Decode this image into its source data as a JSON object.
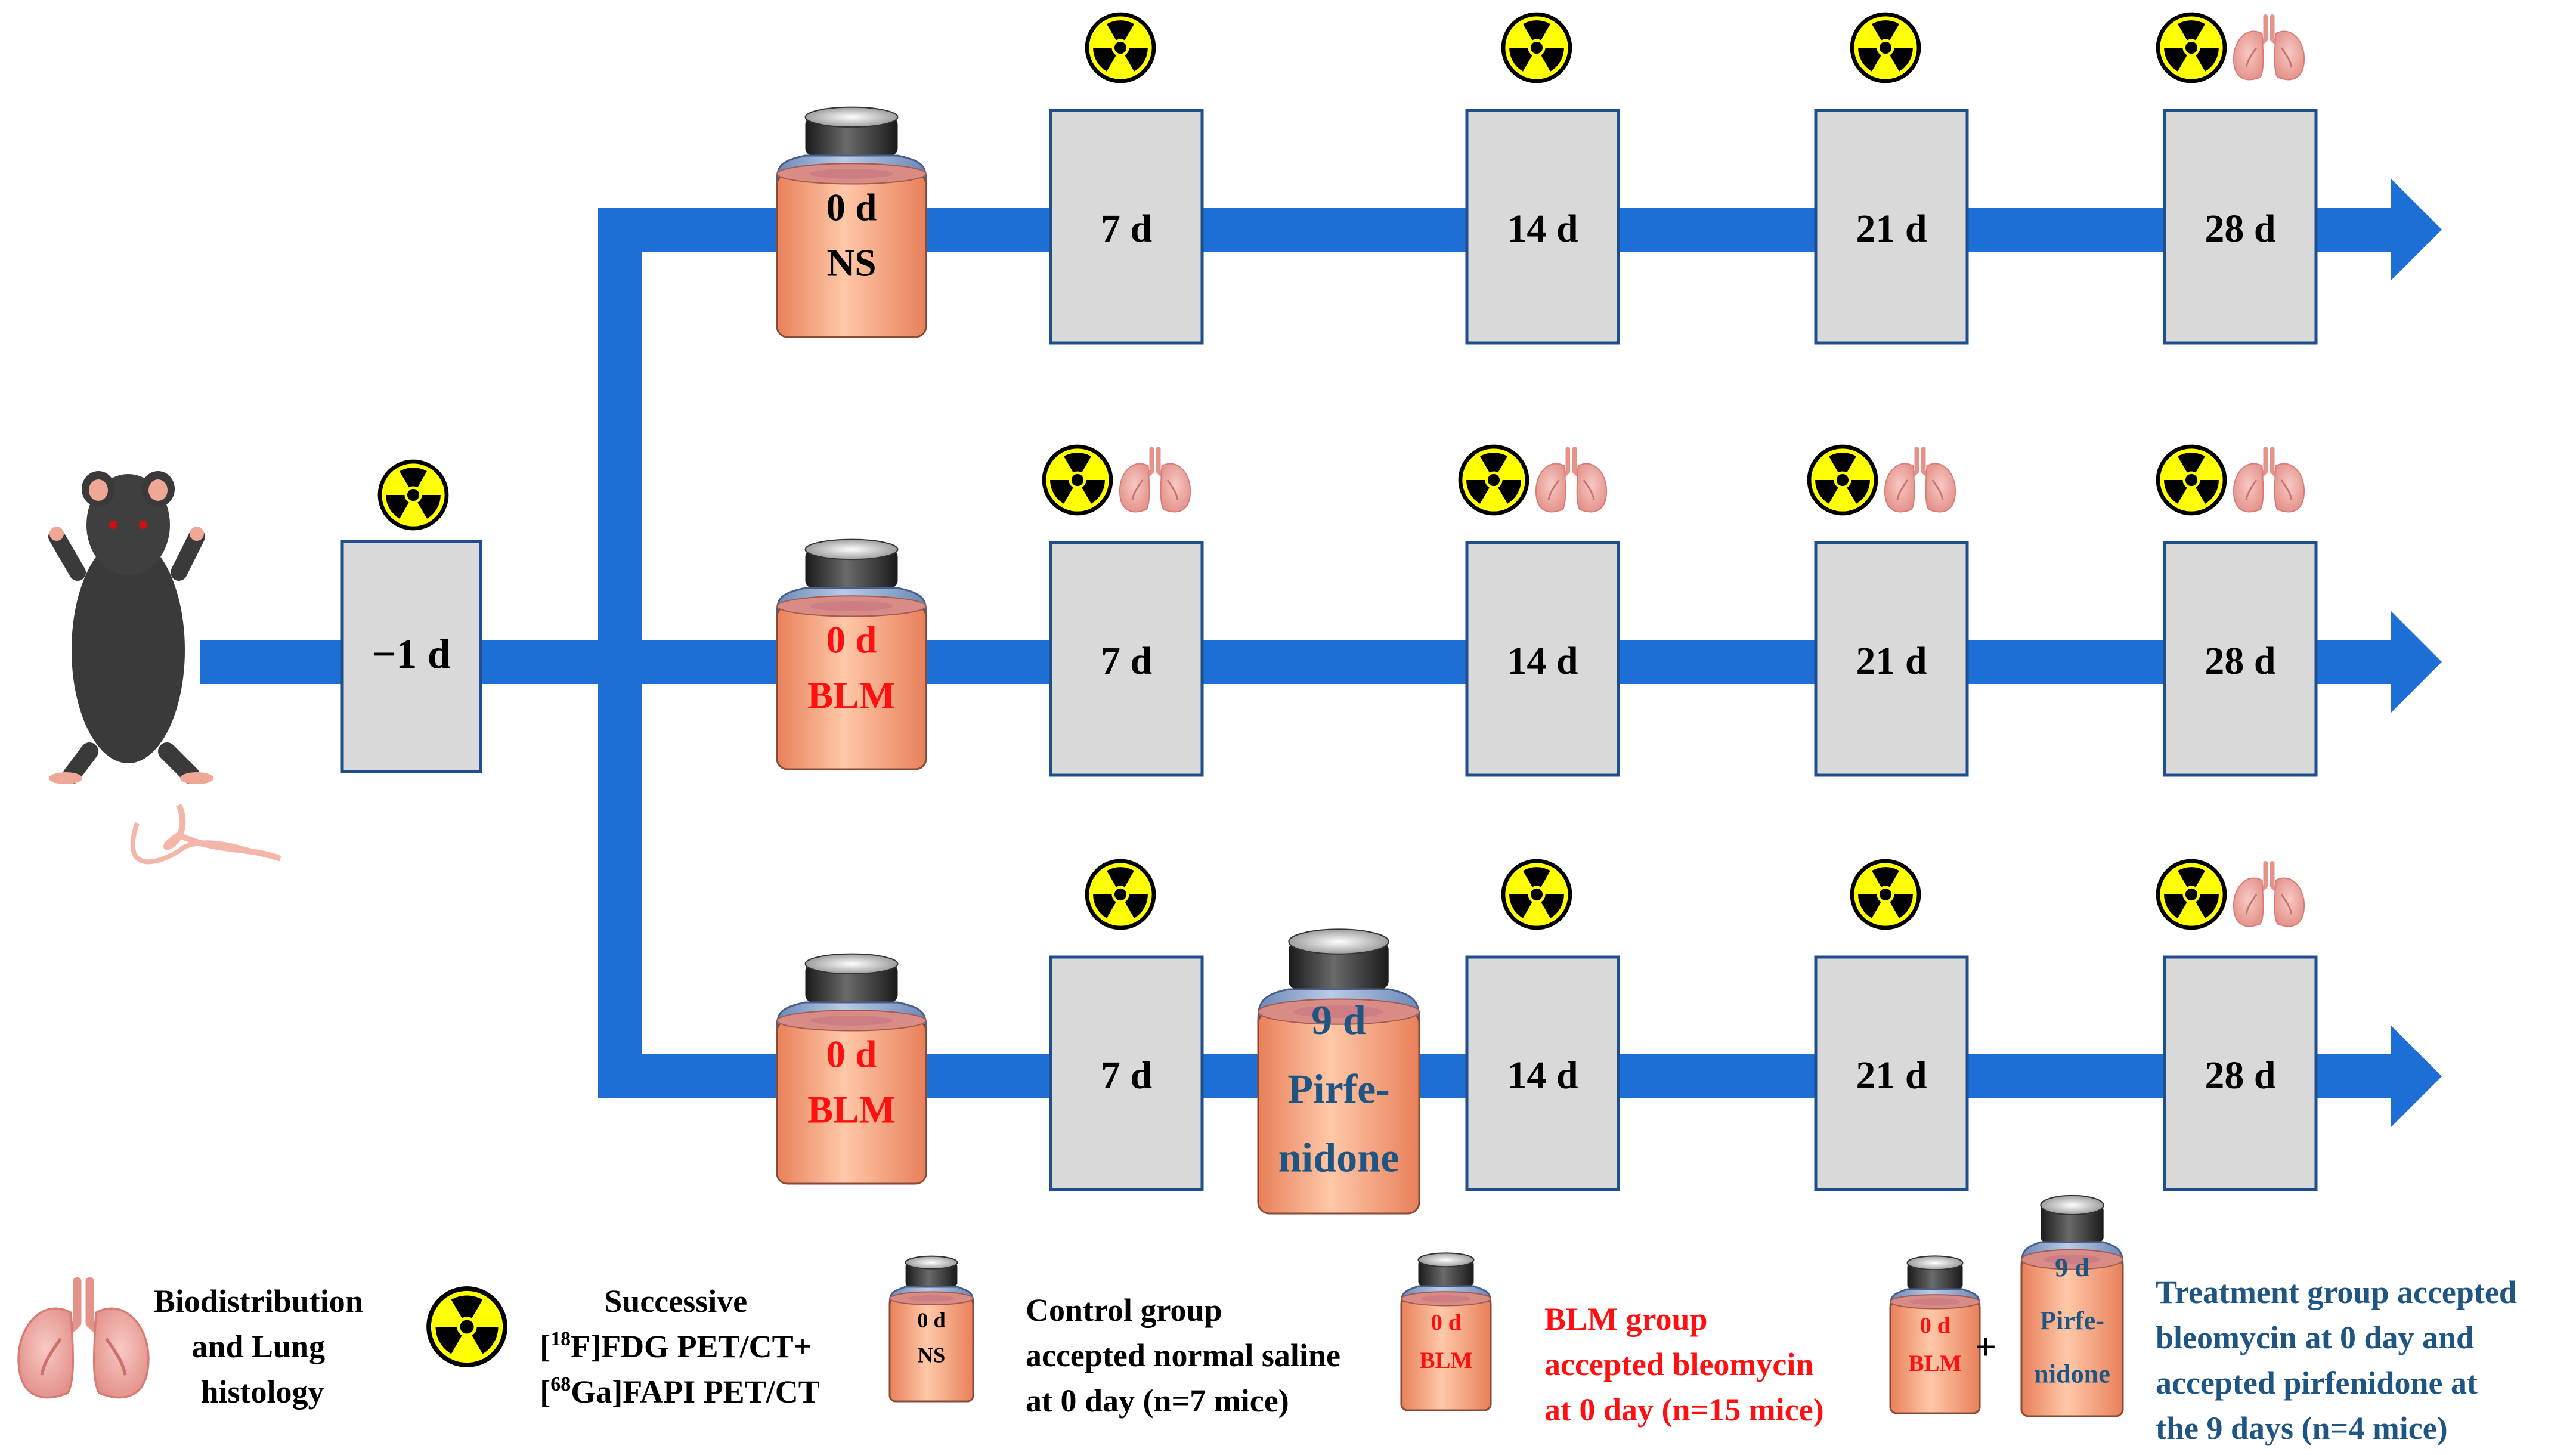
{
  "colors": {
    "arrow": "#1d6fd6",
    "box_fill": "#d9d9d9",
    "box_stroke": "#1f4e8c",
    "bottle_liquid": "#f5a37e",
    "bottle_glass": "#8eaad3",
    "blm_text": "#ff1010",
    "treatment_text": "#1f5582",
    "black_text": "#000000",
    "radiation_yellow": "#ffff00"
  },
  "baseline": {
    "label": "−1 d"
  },
  "rows": [
    {
      "bottle": {
        "line1": "0 d",
        "line2": "NS",
        "color": "#000000"
      },
      "timepoints": [
        {
          "label": "7 d",
          "icons": [
            "radiation-icon"
          ]
        },
        {
          "label": "14 d",
          "icons": [
            "radiation-icon"
          ]
        },
        {
          "label": "21 d",
          "icons": [
            "radiation-icon"
          ]
        },
        {
          "label": "28 d",
          "icons": [
            "radiation-icon",
            "lung-icon"
          ]
        }
      ]
    },
    {
      "bottle": {
        "line1": "0 d",
        "line2": "BLM",
        "color": "#ff1010"
      },
      "timepoints": [
        {
          "label": "7 d",
          "icons": [
            "radiation-icon",
            "lung-icon"
          ]
        },
        {
          "label": "14 d",
          "icons": [
            "radiation-icon",
            "lung-icon"
          ]
        },
        {
          "label": "21 d",
          "icons": [
            "radiation-icon",
            "lung-icon"
          ]
        },
        {
          "label": "28 d",
          "icons": [
            "radiation-icon",
            "lung-icon"
          ]
        }
      ]
    },
    {
      "bottle": {
        "line1": "0 d",
        "line2": "BLM",
        "color": "#ff1010"
      },
      "mid_bottle": {
        "line1": "9 d",
        "line2": "Pirfe-",
        "line3": "nidone",
        "color": "#1f5582"
      },
      "timepoints": [
        {
          "label": "7 d",
          "icons": [
            "radiation-icon"
          ]
        },
        {
          "label": "14 d",
          "icons": [
            "radiation-icon"
          ]
        },
        {
          "label": "21 d",
          "icons": [
            "radiation-icon"
          ]
        },
        {
          "label": "28 d",
          "icons": [
            "radiation-icon",
            "lung-icon"
          ]
        }
      ]
    }
  ],
  "legend": {
    "lung": {
      "line1": "Biodistribution",
      "line2": "and Lung",
      "line3": "histology"
    },
    "radiation": {
      "line1": "Successive",
      "sup1": "18",
      "line2_rest": "F]FDG PET/CT+",
      "sup2": "68",
      "line3_rest": "Ga]FAPI PET/CT"
    },
    "control": {
      "bottle_line1": "0 d",
      "bottle_line2": "NS",
      "line1": "Control group",
      "line2": "accepted normal saline",
      "line3": "at 0 day (n=7 mice)"
    },
    "blm": {
      "bottle_line1": "0 d",
      "bottle_line2": "BLM",
      "line1": "BLM group",
      "line2": "accepted bleomycin",
      "line3": "at 0 day (n=15 mice)"
    },
    "treatment": {
      "bottle1_line1": "0 d",
      "bottle1_line2": "BLM",
      "plus": "+",
      "bottle2_line1": "9 d",
      "bottle2_line2": "Pirfe-",
      "bottle2_line3": "nidone",
      "line1": "Treatment group accepted",
      "line2": "bleomycin at 0 day and",
      "line3": "accepted pirfenidone at",
      "line4": "the 9 days (n=4 mice)"
    }
  }
}
